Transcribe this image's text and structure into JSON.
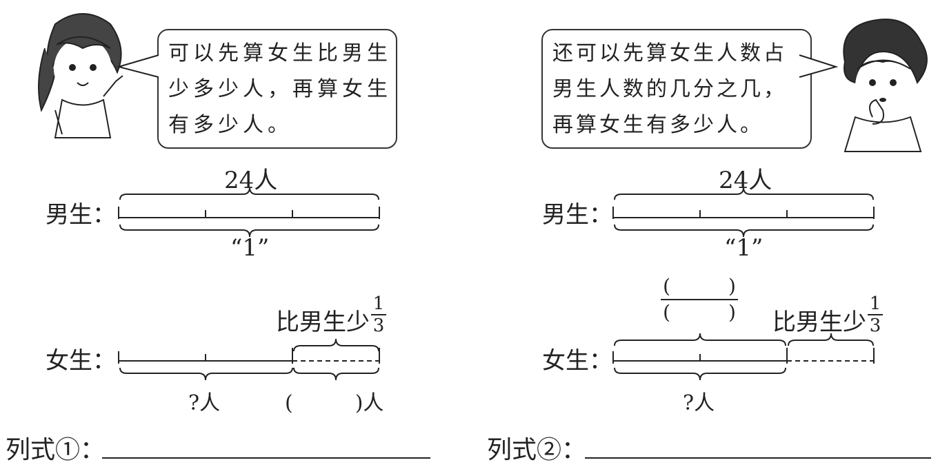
{
  "left": {
    "speech": [
      "可以先算女生比男生",
      "少多少人，再算女生",
      "有多少人。"
    ],
    "boys_label": "男生：",
    "boys_total": "24人",
    "unit_one": "“1”",
    "girls_label": "女生：",
    "less_text": "比男生少",
    "less_frac": {
      "num": "1",
      "den": "3"
    },
    "q_people": "?人",
    "blank_people": "(　　　)人",
    "formula_label": "列式①："
  },
  "right": {
    "speech": [
      "还可以先算女生人数占",
      "男生人数的几分之几，",
      "再算女生有多少人。"
    ],
    "boys_label": "男生：",
    "boys_total": "24人",
    "unit_one": "“1”",
    "girls_label": "女生：",
    "blank_frac": {
      "num": "(　　　)",
      "den": "(　　　)"
    },
    "less_text": "比男生少",
    "less_frac": {
      "num": "1",
      "den": "3"
    },
    "q_people": "?人",
    "formula_label": "列式②："
  }
}
